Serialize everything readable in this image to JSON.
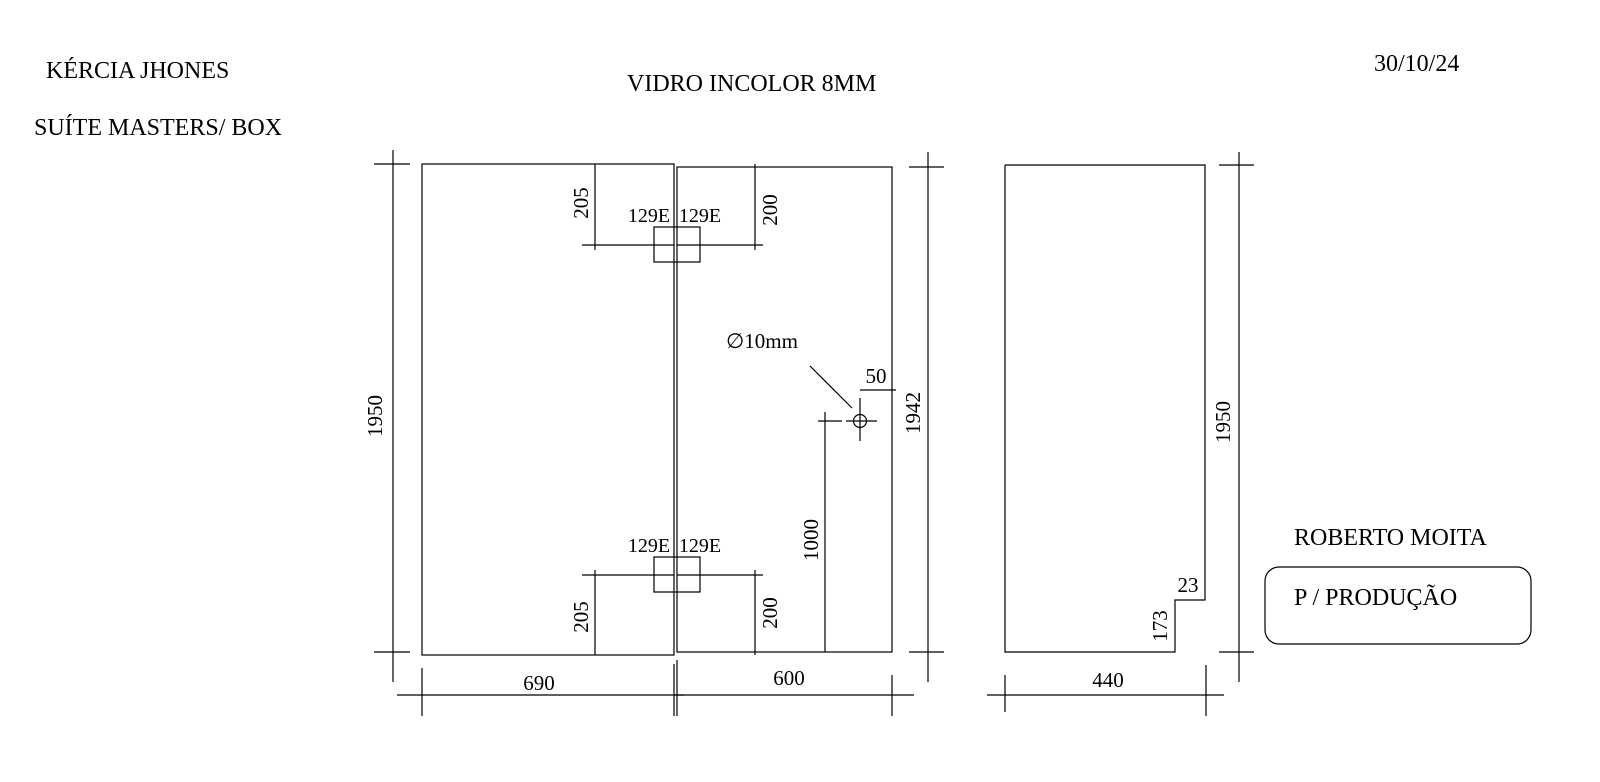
{
  "header": {
    "client": "KÉRCIA JHONES",
    "project": "SUÍTE MASTERS/ BOX",
    "material": "VIDRO INCOLOR 8MM",
    "date": "30/10/24"
  },
  "footer": {
    "author": "ROBERTO MOITA",
    "stamp": "P / PRODUÇÃO"
  },
  "panel_left": {
    "width": "690",
    "height": "1950",
    "top_offset": "205",
    "bottom_offset": "205"
  },
  "panel_door": {
    "width": "600",
    "height": "1942",
    "top_offset": "200",
    "bottom_offset": "200",
    "hole_diameter": "∅10mm",
    "hole_edge": "50",
    "hole_height": "1000"
  },
  "hinges": {
    "top_left": "129E",
    "top_right": "129E",
    "bottom_left": "129E",
    "bottom_right": "129E"
  },
  "panel_right": {
    "width": "440",
    "height": "1950",
    "notch_width": "23",
    "notch_height": "173"
  }
}
